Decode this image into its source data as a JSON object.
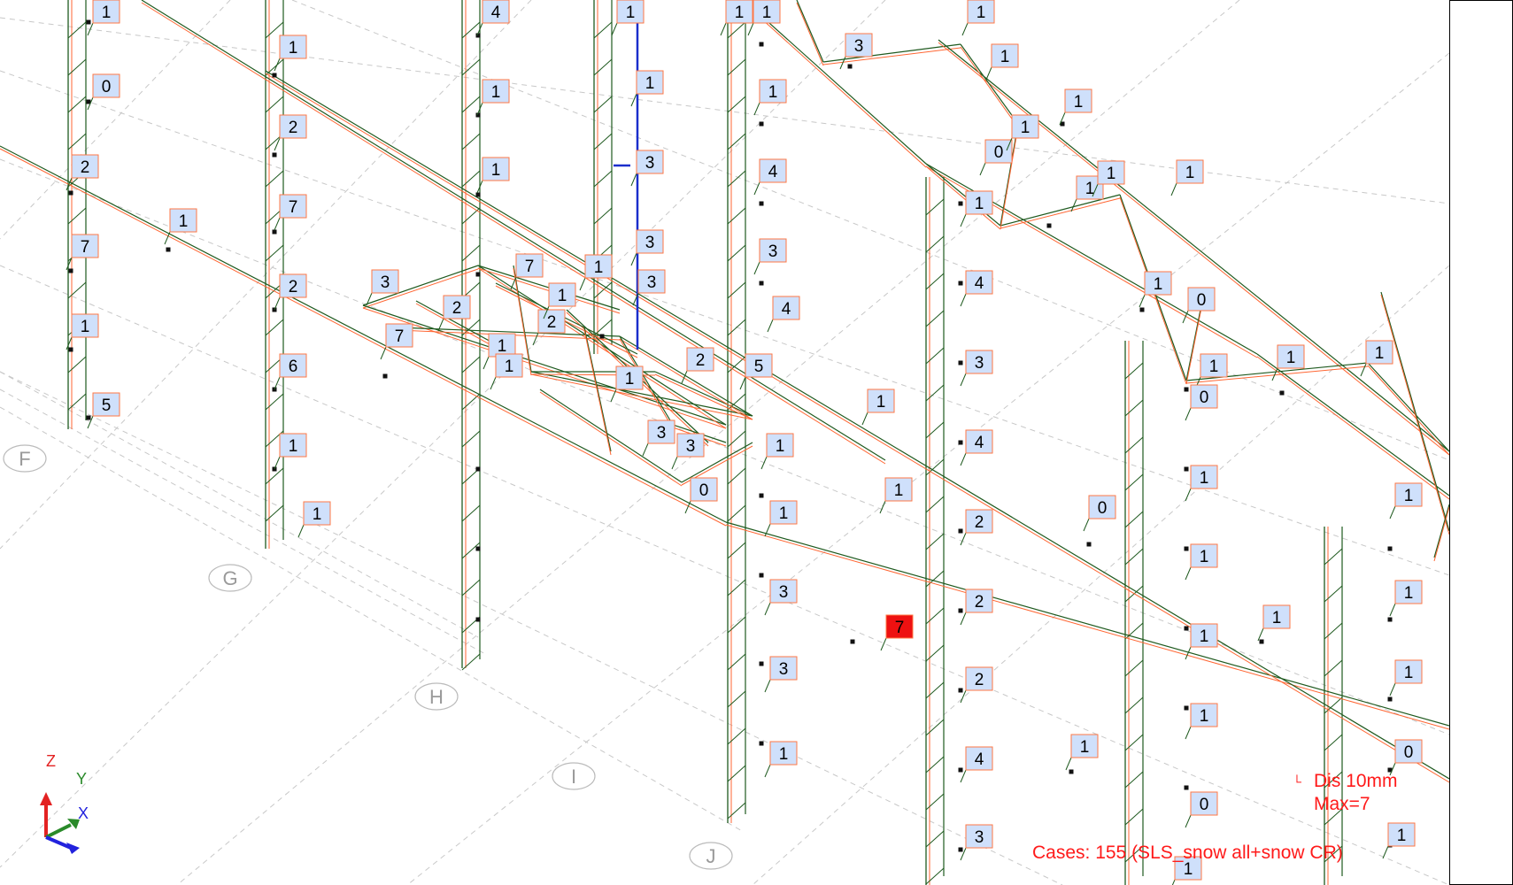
{
  "legend": {
    "marker": "└",
    "line1": "Dis  10mm",
    "line2": "Max=7"
  },
  "cases": "Cases: 155 (SLS_snow all+snow CR)",
  "grid_axes": [
    "F",
    "G",
    "H",
    "I",
    "J"
  ],
  "axis_triad": {
    "z": "Z",
    "y": "Y",
    "x": "X"
  },
  "colors": {
    "structure": "#1f5a1f",
    "deformed": "#ff6633",
    "tag_fill": "#cfe0fb",
    "tag_border": "#ff7744",
    "max_tag_fill": "#ee1111",
    "grid": "#c8c8c8",
    "legend": "#ff1a1a"
  },
  "tags": [
    "1",
    "0",
    "2",
    "7",
    "1",
    "5",
    "1",
    "1",
    "2",
    "7",
    "2",
    "6",
    "1",
    "1",
    "3",
    "7",
    "2",
    "4",
    "1",
    "1",
    "1",
    "7",
    "2",
    "1",
    "1",
    "1",
    "1",
    "3",
    "3",
    "3",
    "3",
    "3",
    "2",
    "5",
    "1",
    "1",
    "4",
    "3",
    "4",
    "1",
    "1",
    "3",
    "3",
    "1",
    "3",
    "7",
    "1",
    "0",
    "1",
    "4",
    "3",
    "4",
    "2",
    "2",
    "2",
    "4",
    "3",
    "1",
    "1",
    "0",
    "1",
    "1",
    "1",
    "1",
    "0",
    "1",
    "0",
    "1",
    "1",
    "1",
    "1",
    "0",
    "1",
    "1",
    "1",
    "1",
    "1",
    "1",
    "1",
    "0",
    "1",
    "1",
    "1",
    "0",
    "1",
    "1",
    "1",
    "1",
    "1"
  ],
  "max_tag": "7"
}
